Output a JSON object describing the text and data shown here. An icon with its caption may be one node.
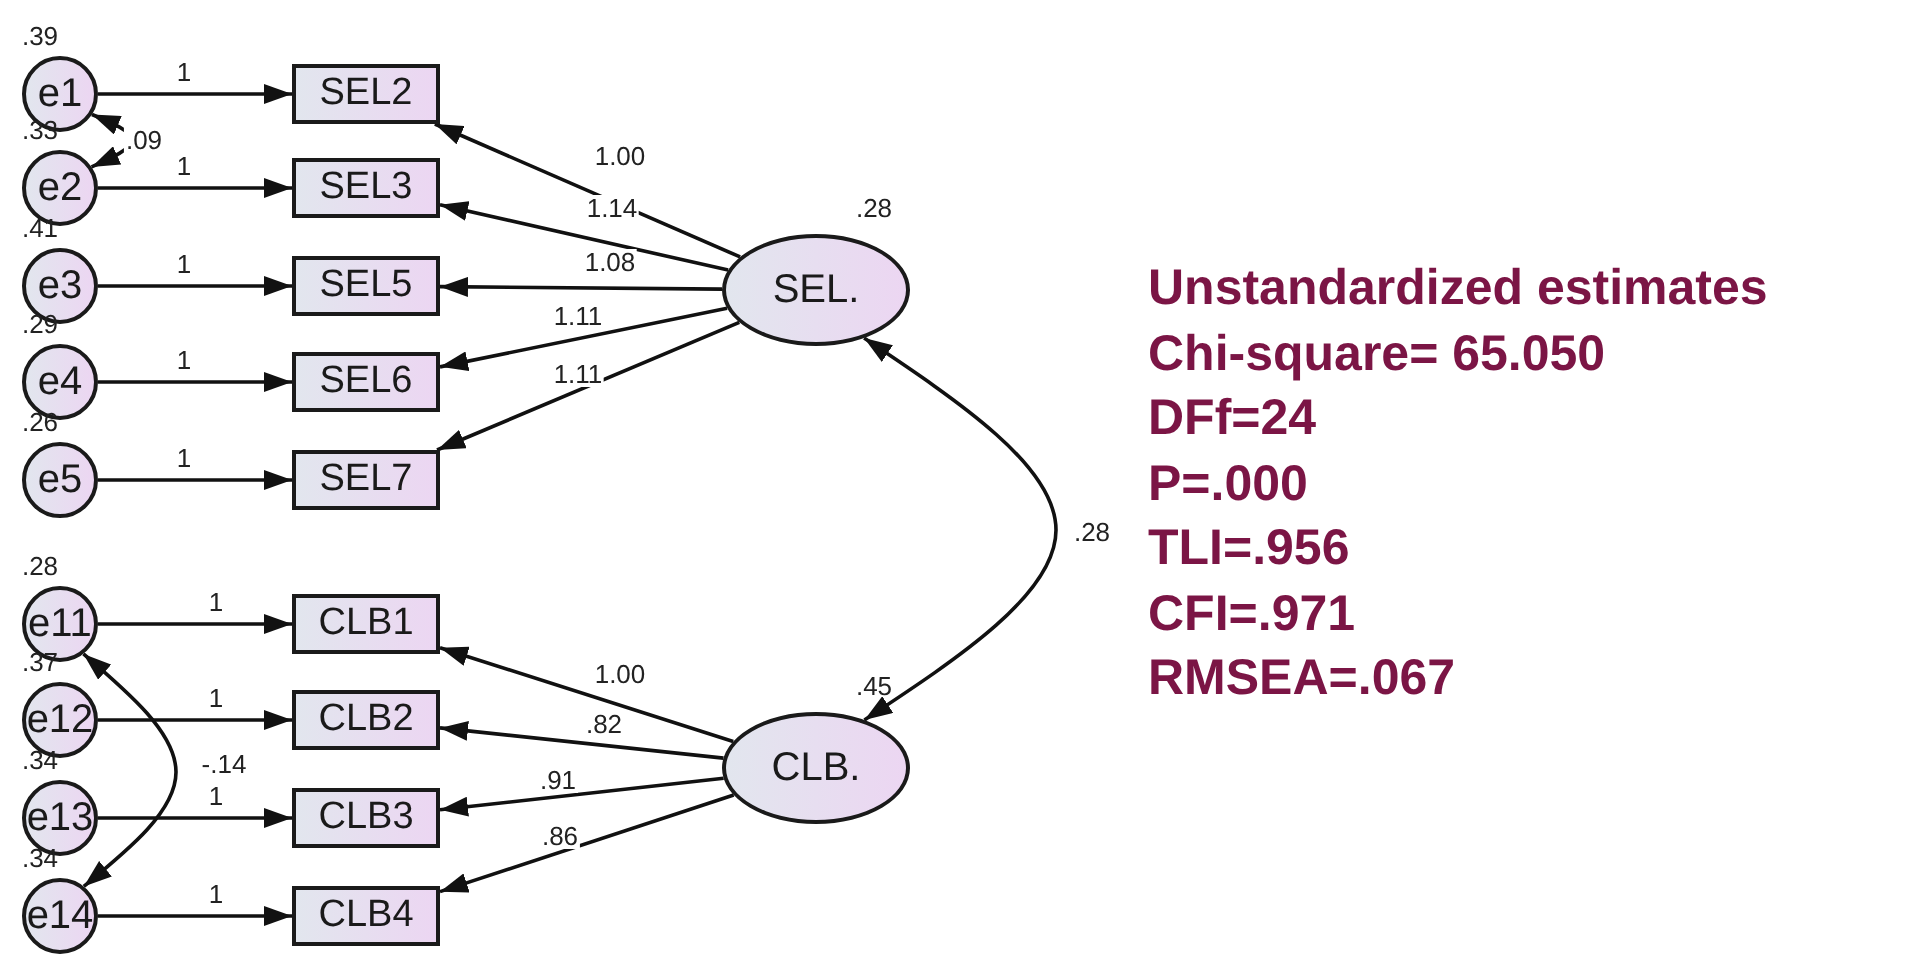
{
  "diagram": {
    "nodes": [
      {
        "text": [
          "e1"
        ],
        "beside": [
          ".39"
        ]
      },
      {
        "text": [
          "e2"
        ],
        "beside": [
          ".33"
        ]
      },
      {
        "text": [
          "e3"
        ],
        "beside": [
          ".41"
        ]
      },
      {
        "text": [
          "e4"
        ],
        "beside": [
          ".29"
        ]
      },
      {
        "text": [
          "e5"
        ],
        "beside": [
          ".26"
        ]
      },
      {
        "text": [
          "SEL2"
        ]
      },
      {
        "text": [
          "SEL3"
        ]
      },
      {
        "text": [
          "SEL5"
        ]
      },
      {
        "text": [
          "SEL6"
        ]
      },
      {
        "text": [
          "SEL7"
        ]
      },
      {
        "text": [
          "SEL."
        ],
        "beside": [
          ".28"
        ]
      },
      {
        "text": [
          "e11"
        ],
        "beside": [
          ".28"
        ]
      },
      {
        "text": [
          "e12"
        ],
        "beside": [
          ".37"
        ]
      },
      {
        "text": [
          "e13"
        ],
        "beside": [
          ".34"
        ]
      },
      {
        "text": [
          "e14"
        ],
        "beside": [
          ".34"
        ]
      },
      {
        "text": [
          "CLB1"
        ]
      },
      {
        "text": [
          "CLB2"
        ]
      },
      {
        "text": [
          "CLB3"
        ]
      },
      {
        "text": [
          "CLB4"
        ]
      },
      {
        "text": [
          "CLB."
        ],
        "beside": [
          ".45"
        ]
      }
    ],
    "edges": [
      {
        "from": 0,
        "to": 5,
        "arrow": "to",
        "label": "1"
      },
      {
        "from": 1,
        "to": 6,
        "arrow": "to",
        "label": "1"
      },
      {
        "from": 2,
        "to": 7,
        "arrow": "to",
        "label": "1"
      },
      {
        "from": 3,
        "to": 8,
        "arrow": "to",
        "label": "1"
      },
      {
        "from": 4,
        "to": 9,
        "arrow": "to",
        "label": "1"
      },
      {
        "from": 10,
        "to": 5,
        "arrow": "to",
        "label": "1.00"
      },
      {
        "from": 10,
        "to": 6,
        "arrow": "to",
        "label": "1.14"
      },
      {
        "from": 10,
        "to": 7,
        "arrow": "to",
        "label": "1.08"
      },
      {
        "from": 10,
        "to": 8,
        "arrow": "to",
        "label": "1.11"
      },
      {
        "from": 10,
        "to": 9,
        "arrow": "to",
        "label": "1.11"
      },
      {
        "from": 0,
        "to": 1,
        "arrow": "both",
        "label": ".09"
      },
      {
        "from": 10,
        "to": 19,
        "arrow": "both",
        "label": ".28"
      },
      {
        "from": 11,
        "to": 15,
        "arrow": "to",
        "label": "1"
      },
      {
        "from": 12,
        "to": 16,
        "arrow": "to",
        "label": "1"
      },
      {
        "from": 13,
        "to": 17,
        "arrow": "to",
        "label": "1"
      },
      {
        "from": 14,
        "to": 18,
        "arrow": "to",
        "label": "1"
      },
      {
        "from": 19,
        "to": 15,
        "arrow": "to",
        "label": "1.00"
      },
      {
        "from": 19,
        "to": 16,
        "arrow": "to",
        "label": ".82"
      },
      {
        "from": 19,
        "to": 17,
        "arrow": "to",
        "label": ".91"
      },
      {
        "from": 19,
        "to": 18,
        "arrow": "to",
        "label": ".86"
      },
      {
        "from": 11,
        "to": 14,
        "arrow": "both",
        "label": "-.14"
      }
    ],
    "labels": [
      "Unstandardized estimates",
      "Chi-square= 65.050",
      "DFf=24",
      "P=.000",
      "TLI=.956",
      "CFI=.971",
      "RMSEA=.067"
    ]
  }
}
